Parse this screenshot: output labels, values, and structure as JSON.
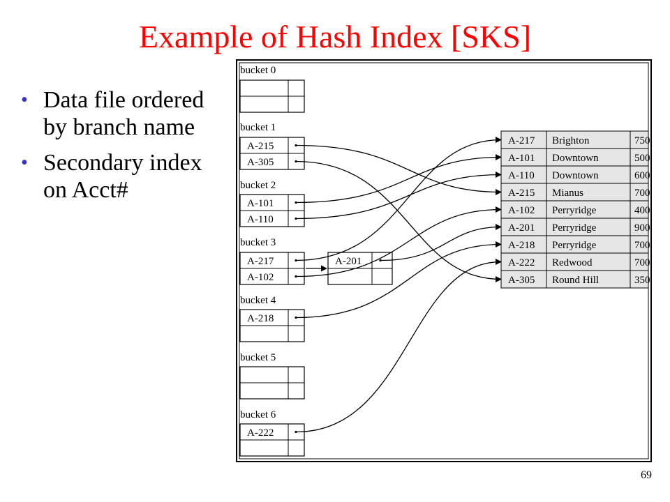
{
  "title": "Example of Hash Index [SKS]",
  "bullets": [
    "Data file ordered by branch name",
    "Secondary index on Acct#"
  ],
  "page_number": "69",
  "buckets": [
    {
      "label": "bucket 0",
      "entries": [
        "",
        ""
      ]
    },
    {
      "label": "bucket 1",
      "entries": [
        "A-215",
        "A-305"
      ]
    },
    {
      "label": "bucket 2",
      "entries": [
        "A-101",
        "A-110"
      ]
    },
    {
      "label": "bucket 3",
      "entries": [
        "A-217",
        "A-102"
      ]
    },
    {
      "label": "bucket 4",
      "entries": [
        "A-218",
        ""
      ]
    },
    {
      "label": "bucket 5",
      "entries": [
        "",
        ""
      ]
    },
    {
      "label": "bucket 6",
      "entries": [
        "A-222",
        ""
      ]
    }
  ],
  "overflow_bucket": {
    "entries": [
      "A-201",
      ""
    ]
  },
  "records": [
    {
      "account": "A-217",
      "branch": "Brighton",
      "balance": "750"
    },
    {
      "account": "A-101",
      "branch": "Downtown",
      "balance": "500"
    },
    {
      "account": "A-110",
      "branch": "Downtown",
      "balance": "600"
    },
    {
      "account": "A-215",
      "branch": "Mianus",
      "balance": "700"
    },
    {
      "account": "A-102",
      "branch": "Perryridge",
      "balance": "400"
    },
    {
      "account": "A-201",
      "branch": "Perryridge",
      "balance": "900"
    },
    {
      "account": "A-218",
      "branch": "Perryridge",
      "balance": "700"
    },
    {
      "account": "A-222",
      "branch": "Redwood",
      "balance": "700"
    },
    {
      "account": "A-305",
      "branch": "Round Hill",
      "balance": "350"
    }
  ]
}
